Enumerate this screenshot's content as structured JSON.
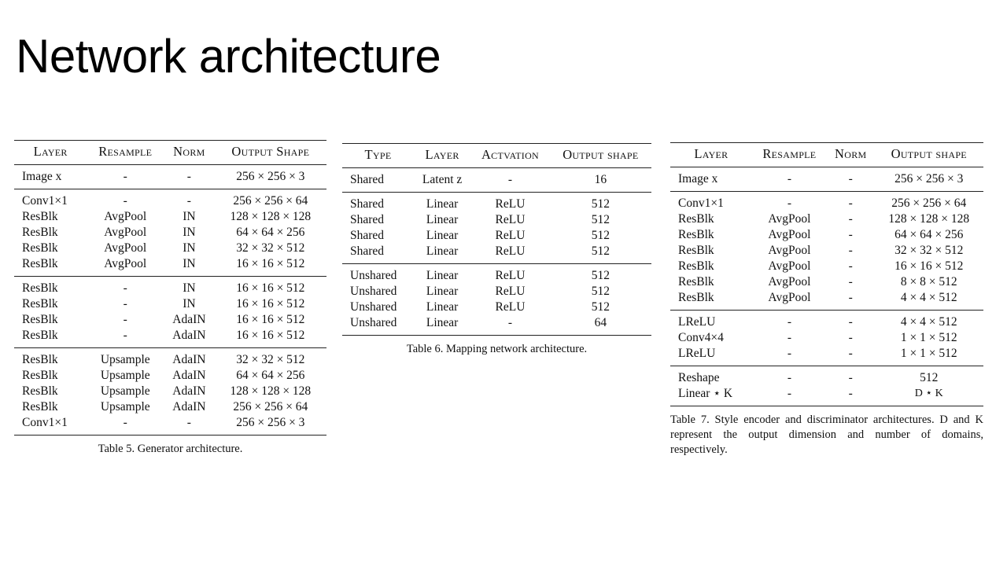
{
  "slide": {
    "title": "Network architecture"
  },
  "table5": {
    "headers": [
      "Layer",
      "Resample",
      "Norm",
      "Output Shape"
    ],
    "groups": [
      [
        [
          "Image x",
          "-",
          "-",
          "256 × 256 ×   3"
        ]
      ],
      [
        [
          "Conv1×1",
          "-",
          "-",
          "256 × 256 ×  64"
        ],
        [
          "ResBlk",
          "AvgPool",
          "IN",
          "128 × 128 × 128"
        ],
        [
          "ResBlk",
          "AvgPool",
          "IN",
          "64 × 64 × 256"
        ],
        [
          "ResBlk",
          "AvgPool",
          "IN",
          "32 × 32 × 512"
        ],
        [
          "ResBlk",
          "AvgPool",
          "IN",
          "16 × 16 × 512"
        ]
      ],
      [
        [
          "ResBlk",
          "-",
          "IN",
          "16 × 16 × 512"
        ],
        [
          "ResBlk",
          "-",
          "IN",
          "16 × 16 × 512"
        ],
        [
          "ResBlk",
          "-",
          "AdaIN",
          "16 × 16 × 512"
        ],
        [
          "ResBlk",
          "-",
          "AdaIN",
          "16 × 16 × 512"
        ]
      ],
      [
        [
          "ResBlk",
          "Upsample",
          "AdaIN",
          "32 × 32 × 512"
        ],
        [
          "ResBlk",
          "Upsample",
          "AdaIN",
          "64 × 64 × 256"
        ],
        [
          "ResBlk",
          "Upsample",
          "AdaIN",
          "128 × 128 × 128"
        ],
        [
          "ResBlk",
          "Upsample",
          "AdaIN",
          "256 × 256 × 64"
        ],
        [
          "Conv1×1",
          "-",
          "-",
          "256 × 256 ×   3"
        ]
      ]
    ],
    "caption": "Table 5. Generator architecture."
  },
  "table6": {
    "headers": [
      "Type",
      "Layer",
      "Actvation",
      "Output shape"
    ],
    "groups": [
      [
        [
          "Shared",
          "Latent z",
          "-",
          "16"
        ]
      ],
      [
        [
          "Shared",
          "Linear",
          "ReLU",
          "512"
        ],
        [
          "Shared",
          "Linear",
          "ReLU",
          "512"
        ],
        [
          "Shared",
          "Linear",
          "ReLU",
          "512"
        ],
        [
          "Shared",
          "Linear",
          "ReLU",
          "512"
        ]
      ],
      [
        [
          "Unshared",
          "Linear",
          "ReLU",
          "512"
        ],
        [
          "Unshared",
          "Linear",
          "ReLU",
          "512"
        ],
        [
          "Unshared",
          "Linear",
          "ReLU",
          "512"
        ],
        [
          "Unshared",
          "Linear",
          "-",
          "64"
        ]
      ]
    ],
    "caption": "Table 6. Mapping network architecture."
  },
  "table7": {
    "headers": [
      "Layer",
      "Resample",
      "Norm",
      "Output shape"
    ],
    "groups": [
      [
        [
          "Image x",
          "-",
          "-",
          "256 × 256 ×   3"
        ]
      ],
      [
        [
          "Conv1×1",
          "-",
          "-",
          "256 × 256 ×  64"
        ],
        [
          "ResBlk",
          "AvgPool",
          "-",
          "128 × 128 × 128"
        ],
        [
          "ResBlk",
          "AvgPool",
          "-",
          "64 × 64 × 256"
        ],
        [
          "ResBlk",
          "AvgPool",
          "-",
          "32 × 32 × 512"
        ],
        [
          "ResBlk",
          "AvgPool",
          "-",
          "16 × 16 × 512"
        ],
        [
          "ResBlk",
          "AvgPool",
          "-",
          "8 × 8 × 512"
        ],
        [
          "ResBlk",
          "AvgPool",
          "-",
          "4 × 4 × 512"
        ]
      ],
      [
        [
          "LReLU",
          "-",
          "-",
          "4 × 4 × 512"
        ],
        [
          "Conv4×4",
          "-",
          "-",
          "1 × 1 × 512"
        ],
        [
          "LReLU",
          "-",
          "-",
          "1 × 1 × 512"
        ]
      ],
      [
        [
          "Reshape",
          "-",
          "-",
          "512"
        ],
        [
          "Linear ⋆ K",
          "-",
          "-",
          "D ⋆ K"
        ]
      ]
    ],
    "caption": "Table 7. Style encoder and discriminator architectures. D and K represent the output dimension and number of domains, respectively."
  }
}
